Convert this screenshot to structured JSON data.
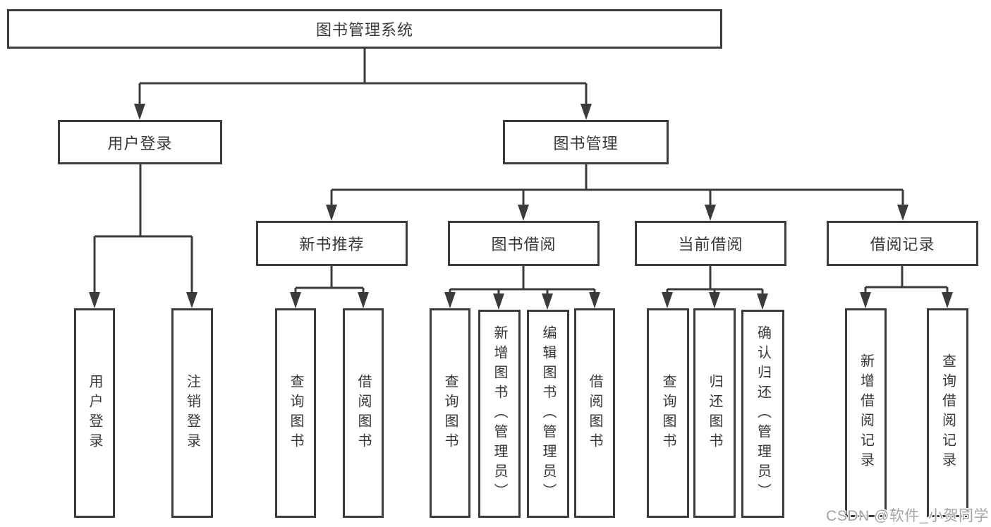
{
  "diagram": {
    "root": {
      "label": "图书管理系统"
    },
    "level2": [
      {
        "label": "用户登录"
      },
      {
        "label": "图书管理"
      }
    ],
    "level3": [
      {
        "label": "新书推荐",
        "parent": "图书管理"
      },
      {
        "label": "图书借阅",
        "parent": "图书管理"
      },
      {
        "label": "当前借阅",
        "parent": "图书管理"
      },
      {
        "label": "借阅记录",
        "parent": "图书管理"
      }
    ],
    "leaves": [
      {
        "label": "用户登录",
        "parent": "用户登录"
      },
      {
        "label": "注销登录",
        "parent": "用户登录"
      },
      {
        "label": "查询图书",
        "parent": "新书推荐"
      },
      {
        "label": "借阅图书",
        "parent": "新书推荐"
      },
      {
        "label": "查询图书",
        "parent": "图书借阅"
      },
      {
        "label": "新增图书（管理员）",
        "parent": "图书借阅"
      },
      {
        "label": "编辑图书（管理员）",
        "parent": "图书借阅"
      },
      {
        "label": "借阅图书",
        "parent": "图书借阅"
      },
      {
        "label": "查询图书",
        "parent": "当前借阅"
      },
      {
        "label": "归还图书",
        "parent": "当前借阅"
      },
      {
        "label": "确认归还（管理员）",
        "parent": "当前借阅"
      },
      {
        "label": "新增借阅记录",
        "parent": "借阅记录"
      },
      {
        "label": "查询借阅记录",
        "parent": "借阅记录"
      }
    ],
    "colors": {
      "line": "#3b3b3b",
      "text": "#383838",
      "background": "#ffffff",
      "watermark": "#a3a3a3"
    }
  },
  "watermark": {
    "text": "CSDN @软件_小贺同学"
  }
}
